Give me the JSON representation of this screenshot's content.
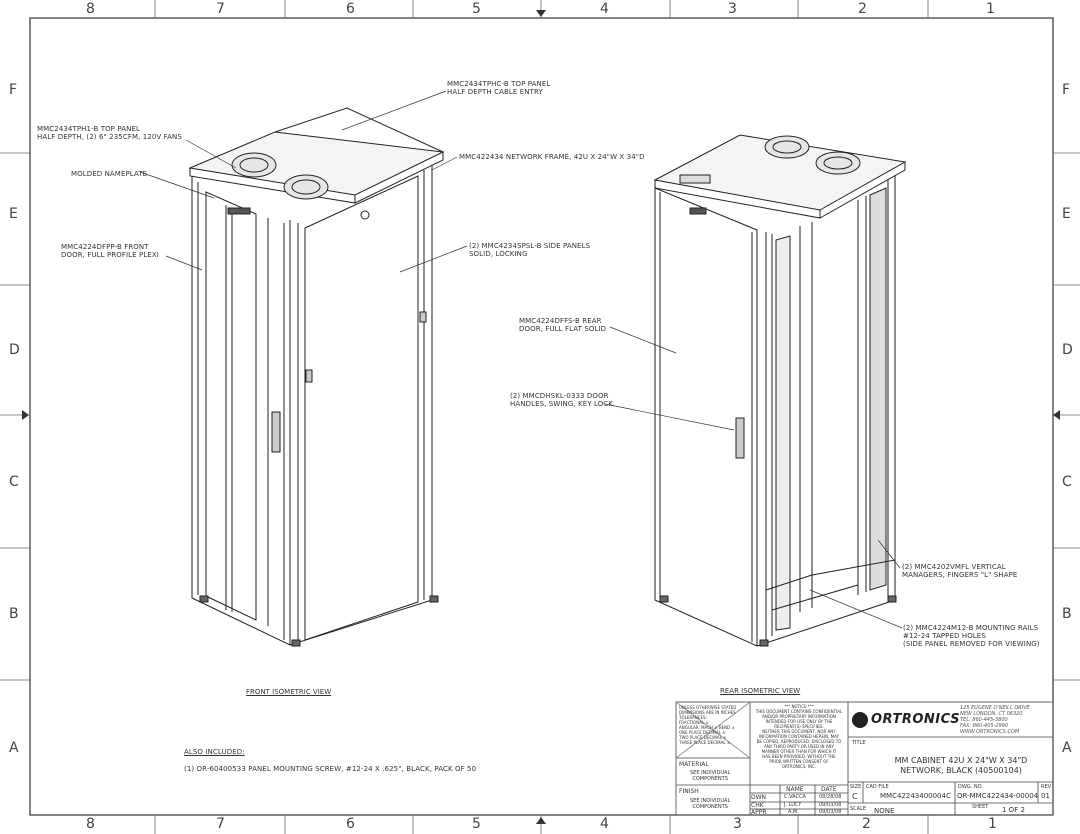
{
  "border": {
    "columns": [
      "8",
      "7",
      "6",
      "5",
      "4",
      "3",
      "2",
      "1"
    ],
    "rows": [
      "F",
      "E",
      "D",
      "C",
      "B",
      "A"
    ]
  },
  "callouts": {
    "top_panel_fans": [
      "MMC2434TPH1-B TOP PANEL",
      "HALF DEPTH, (2) 6\" 235CFM, 120V FANS"
    ],
    "nameplate": [
      "MOLDED NAMEPLATE"
    ],
    "front_door": [
      "MMC4224DFPP-B FRONT",
      "DOOR, FULL PROFILE PLEXI"
    ],
    "top_panel_cable": [
      "MMC2434TPHC-B TOP PANEL",
      "HALF DEPTH CABLE ENTRY"
    ],
    "network_frame": [
      "MMC422434 NETWORK FRAME, 42U X 24\"W X 34\"D"
    ],
    "side_panels": [
      "(2) MMC4234SPSL-B SIDE PANELS",
      "SOLID, LOCKING"
    ],
    "rear_door": [
      "MMC4224DFFS-B REAR",
      "DOOR, FULL FLAT SOLID"
    ],
    "door_handles": [
      "(2) MMCDHSKL-0333 DOOR",
      "HANDLES, SWING, KEY LOCK"
    ],
    "vertical_managers": [
      "(2) MMC4202VMFL VERTICAL",
      "MANAGERS, FINGERS \"L\" SHAPE"
    ],
    "mounting_rails": [
      "(2) MMC4224M12-B MOUNTING RAILS",
      "#12-24 TAPPED HOLES",
      "(SIDE PANEL REMOVED FOR VIEWING)"
    ]
  },
  "views": {
    "front": "FRONT ISOMETRIC VIEW",
    "rear": "REAR ISOMETRIC VIEW"
  },
  "also_included": {
    "heading": "ALSO INCLUDED:",
    "item": "(1) OR-60400533  PANEL MOUNTING SCREW, #12-24 X .625\", BLACK, PACK OF 50"
  },
  "title_block": {
    "tolerances": [
      "UNLESS OTHERWISE STATED",
      "DIMENSIONS ARE IN INCHES",
      "TOLERANCES:",
      "FRACTIONAL ±",
      "ANGULAR: MACH ±  BEND ±",
      "ONE PLACE DECIMAL  ±",
      "TWO PLACE DECIMAL  ±",
      "THREE PLACE DECIMAL  ±"
    ],
    "notice": [
      "*** NOTICE ***",
      "THIS DOCUMENT CONTAINS CONFIDENTIAL",
      "AND/OR PROPRIETARY INFORMATION",
      "INTENDED FOR USE ONLY BY THE",
      "RECIPIENT(S) SPECIFIED.",
      "NEITHER THIS DOCUMENT, NOR ANY",
      "INFORMATION CONTAINED HEREIN, MAY",
      "BE COPIED, REPRODUCED, DISCLOSED TO",
      "ANY THIRD PARTY OR USED IN ANY",
      "MANNER OTHER THAN FOR WHICH IT",
      "HAS BEEN PROVIDED, WITHOUT THE",
      "PRIOR WRITTEN CONSENT OF",
      "ORTRONICS, INC."
    ],
    "material_label": "MATERIAL",
    "material_value": [
      "SEE INDIVIDUAL",
      "COMPONENTS"
    ],
    "finish_label": "FINISH",
    "finish_value": [
      "SEE INDIVIDUAL",
      "COMPONENTS"
    ],
    "name_header": "NAME",
    "date_header": "DATE",
    "signoff": [
      {
        "role": "DWN",
        "name": "C.VACCA",
        "date": "08/28/08"
      },
      {
        "role": "CHK",
        "name": "J. LUCY",
        "date": "09/03/08"
      },
      {
        "role": "APPR",
        "name": "A.M.",
        "date": "09/03/08"
      }
    ],
    "logo": "ORTRONICS",
    "address": [
      "125 EUGENE O'NEILL DRIVE",
      "NEW LONDON, CT 06320",
      "TEL: 860-445-3800",
      "FAX: 860-405-2990",
      "WWW.ORTRONICS.COM"
    ],
    "title_label": "TITLE",
    "title": [
      "MM CABINET 42U X 24\"W X 34\"D",
      "NETWORK, BLACK (40500104)"
    ],
    "size_label": "SIZE",
    "size": "C",
    "cad_label": "CAD FILE",
    "cad_file": "MMC42243400004C",
    "dwg_label": "DWG. NO.",
    "dwg_no": "OR-MMC422434-00004",
    "rev_label": "REV",
    "rev": "01",
    "scale_label": "SCALE",
    "scale": "NONE",
    "sheet_label": "SHEET",
    "sheet": "1 OF 2"
  }
}
